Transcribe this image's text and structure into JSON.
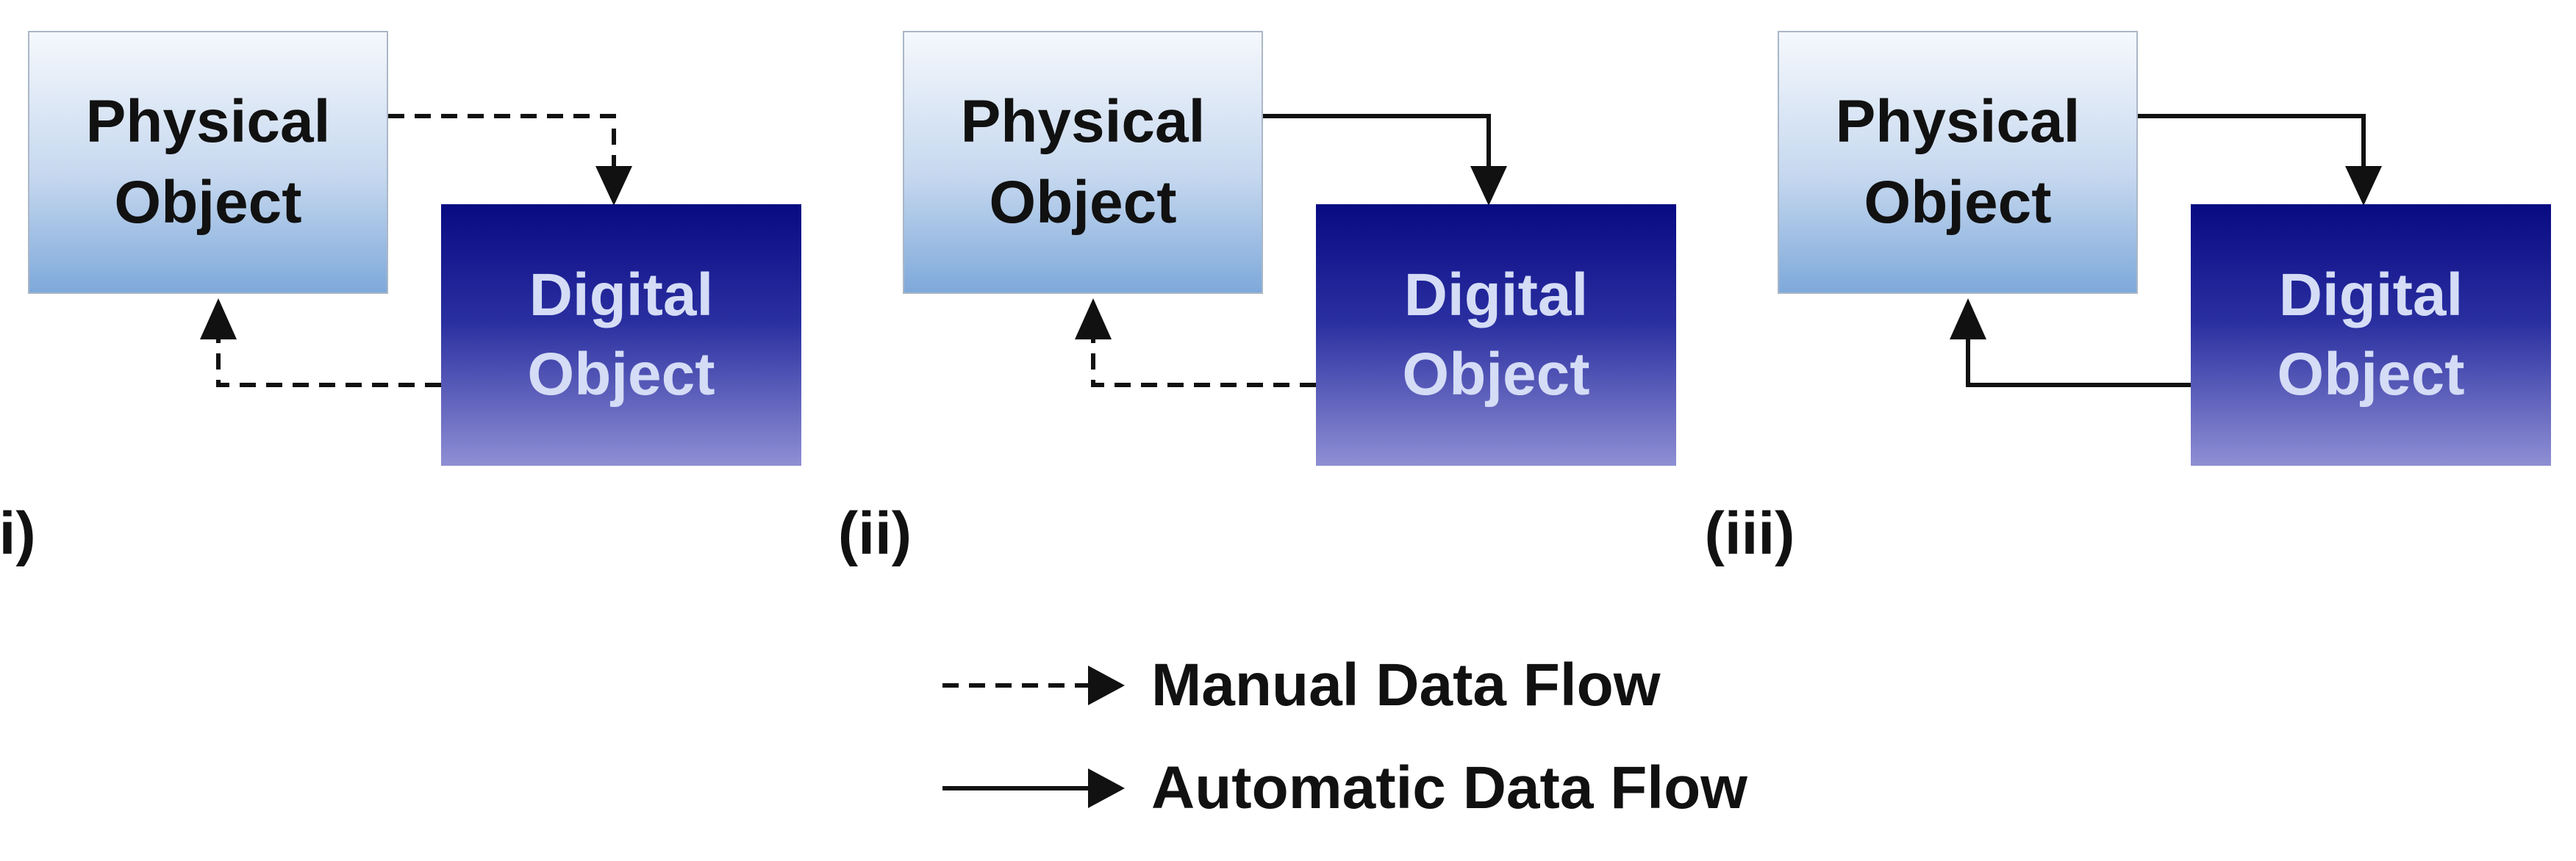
{
  "panels": [
    {
      "label": "(i)",
      "physical_object": {
        "line1": "Physical",
        "line2": "Object"
      },
      "digital_object": {
        "line1": "Digital",
        "line2": "Object"
      },
      "physical_to_digital_flow": "manual",
      "digital_to_physical_flow": "manual"
    },
    {
      "label": "(ii)",
      "physical_object": {
        "line1": "Physical",
        "line2": "Object"
      },
      "digital_object": {
        "line1": "Digital",
        "line2": "Object"
      },
      "physical_to_digital_flow": "automatic",
      "digital_to_physical_flow": "manual"
    },
    {
      "label": "(iii)",
      "physical_object": {
        "line1": "Physical",
        "line2": "Object"
      },
      "digital_object": {
        "line1": "Digital",
        "line2": "Object"
      },
      "physical_to_digital_flow": "automatic",
      "digital_to_physical_flow": "automatic"
    }
  ],
  "legend": {
    "manual": "Manual Data Flow",
    "automatic": "Automatic Data Flow"
  },
  "colors": {
    "physical_top": "#f5f8fd",
    "physical_bottom": "#7ea9da",
    "digital_top": "#080a82",
    "digital_bottom": "#8f8fd4",
    "digital_text": "#d4dcf6",
    "arrow": "#111111"
  }
}
